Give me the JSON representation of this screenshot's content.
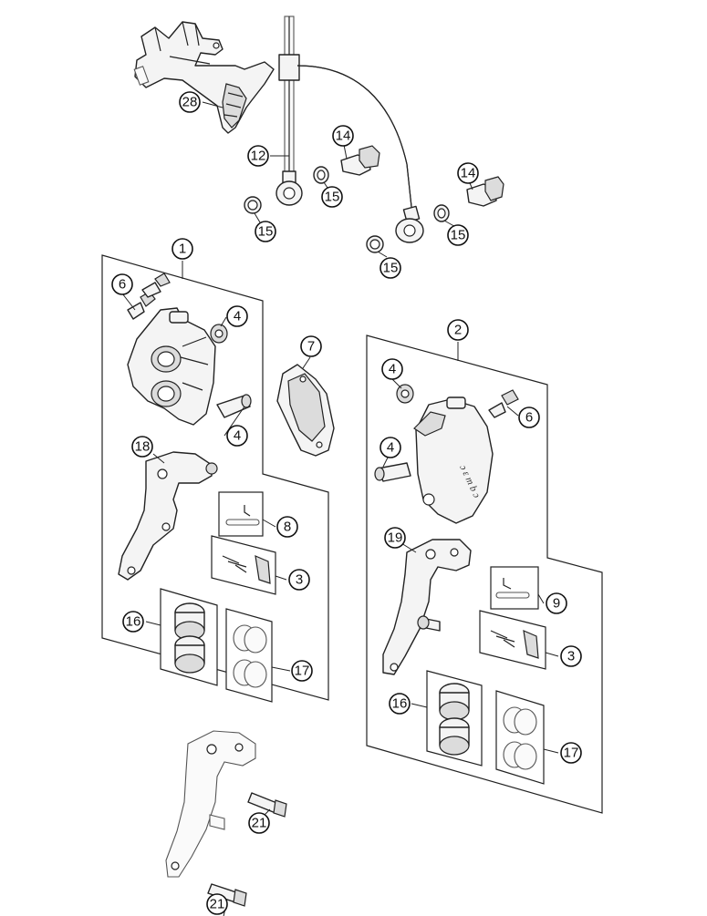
{
  "callouts": {
    "c1": "1",
    "c2": "2",
    "c3a": "3",
    "c3b": "3",
    "c4a": "4",
    "c4b": "4",
    "c4c": "4",
    "c4d": "4",
    "c6a": "6",
    "c6b": "6",
    "c7": "7",
    "c8": "8",
    "c9": "9",
    "c12": "12",
    "c14a": "14",
    "c14b": "14",
    "c15a": "15",
    "c15b": "15",
    "c15c": "15",
    "c15d": "15",
    "c16a": "16",
    "c16b": "16",
    "c17a": "17",
    "c17b": "17",
    "c18": "18",
    "c19": "19",
    "c21a": "21",
    "c21b": "21",
    "c28": "28"
  },
  "caliper_brand_text": "ɔ   ɛ m b ɔ"
}
